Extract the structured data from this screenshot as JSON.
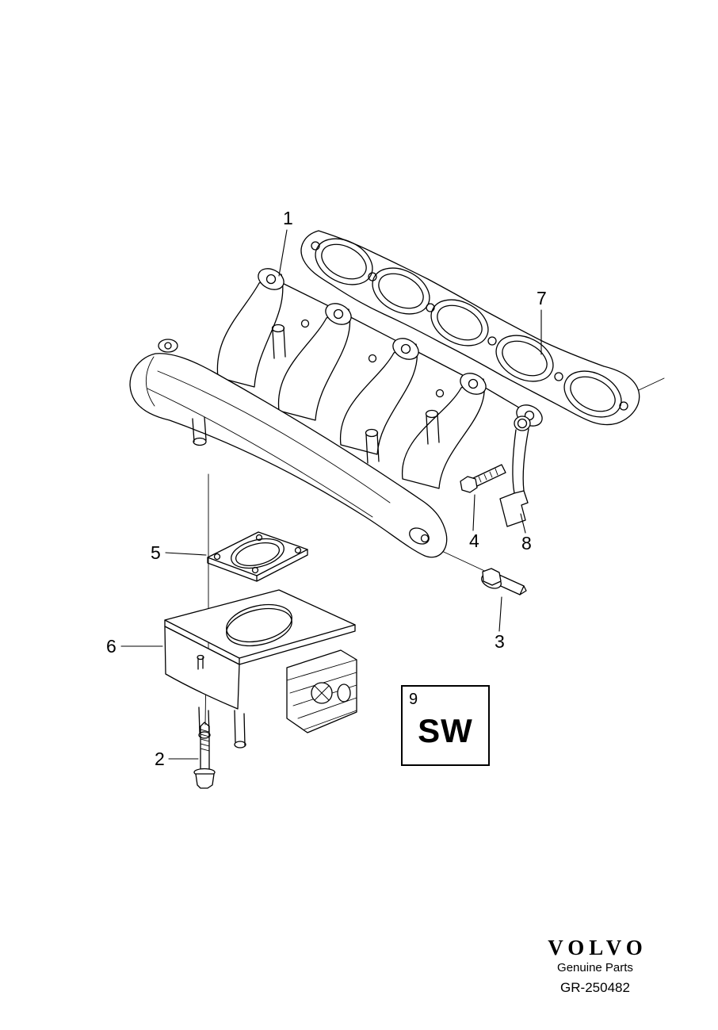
{
  "canvas": {
    "background_color": "#ffffff",
    "line_color": "#000000"
  },
  "diagram": {
    "callouts": [
      {
        "label": "1"
      },
      {
        "label": "2"
      },
      {
        "label": "3"
      },
      {
        "label": "4"
      },
      {
        "label": "5"
      },
      {
        "label": "6"
      },
      {
        "label": "7"
      },
      {
        "label": "8"
      }
    ],
    "sw_box": {
      "number": "9",
      "code": "SW"
    }
  },
  "branding": {
    "logo_text": "VOLVO",
    "subtitle": "Genuine Parts",
    "reference_number": "GR-250482"
  }
}
